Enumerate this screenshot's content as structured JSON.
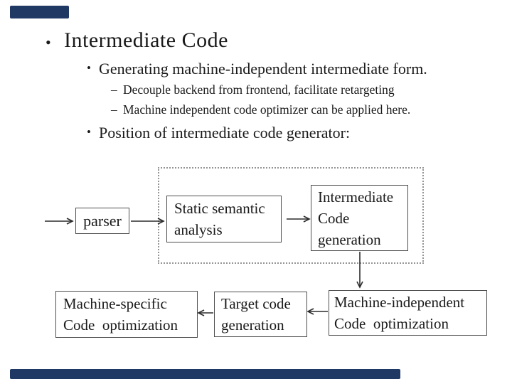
{
  "slide": {
    "title": {
      "marker": "•",
      "text": "Intermediate Code"
    },
    "bullets": [
      {
        "marker": "•",
        "text": "Generating machine-independent intermediate form."
      },
      {
        "marker": "–",
        "text": "Decouple backend from frontend, facilitate retargeting"
      },
      {
        "marker": "–",
        "text": "Machine independent code optimizer can be applied here."
      },
      {
        "marker": "•",
        "text": "Position of intermediate code generator:"
      }
    ],
    "diagram": {
      "parser": {
        "line1": "parser"
      },
      "static_semantic": {
        "line1": "Static semantic",
        "line2": "analysis"
      },
      "intermediate_code": {
        "line1": "Intermediate",
        "line2": "Code",
        "line3": "generation"
      },
      "machine_independent": {
        "line1": "Machine-independent",
        "line2": "Code  optimization"
      },
      "target_code": {
        "line1": "Target code",
        "line2": "generation"
      },
      "machine_specific": {
        "line1": "Machine-specific",
        "line2": "Code  optimization"
      }
    },
    "decor": {
      "accent_color": "#1F3864"
    },
    "colors": {
      "text": "#1a1a1a",
      "box_border": "#4e4e4e",
      "dotted_border": "#949494",
      "background": "#ffffff"
    }
  }
}
